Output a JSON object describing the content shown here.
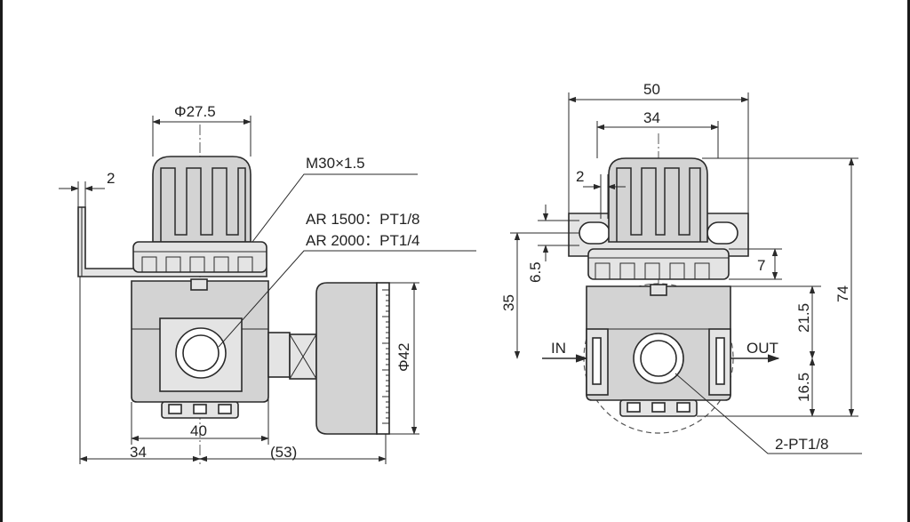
{
  "front_view": {
    "knob_diameter": "Φ27.5",
    "thread_label": "M30×1.5",
    "port_ar1500": "AR 1500：PT1/8",
    "port_ar2000": "AR 2000：PT1/4",
    "bracket_offset": "2",
    "gauge_diameter": "Φ42",
    "body_width": "40",
    "left_span": "34",
    "right_span": "(53)"
  },
  "side_view": {
    "overall_width": "50",
    "knob_width": "34",
    "bracket_gap": "2",
    "bracket_thickness": "6.5",
    "body_height": "35",
    "nut_height": "7",
    "upper_port_height": "21.5",
    "lower_port_height": "16.5",
    "overall_height": "74",
    "inlet_label": "IN",
    "outlet_label": "OUT",
    "port_label": "2-PT1/8"
  }
}
